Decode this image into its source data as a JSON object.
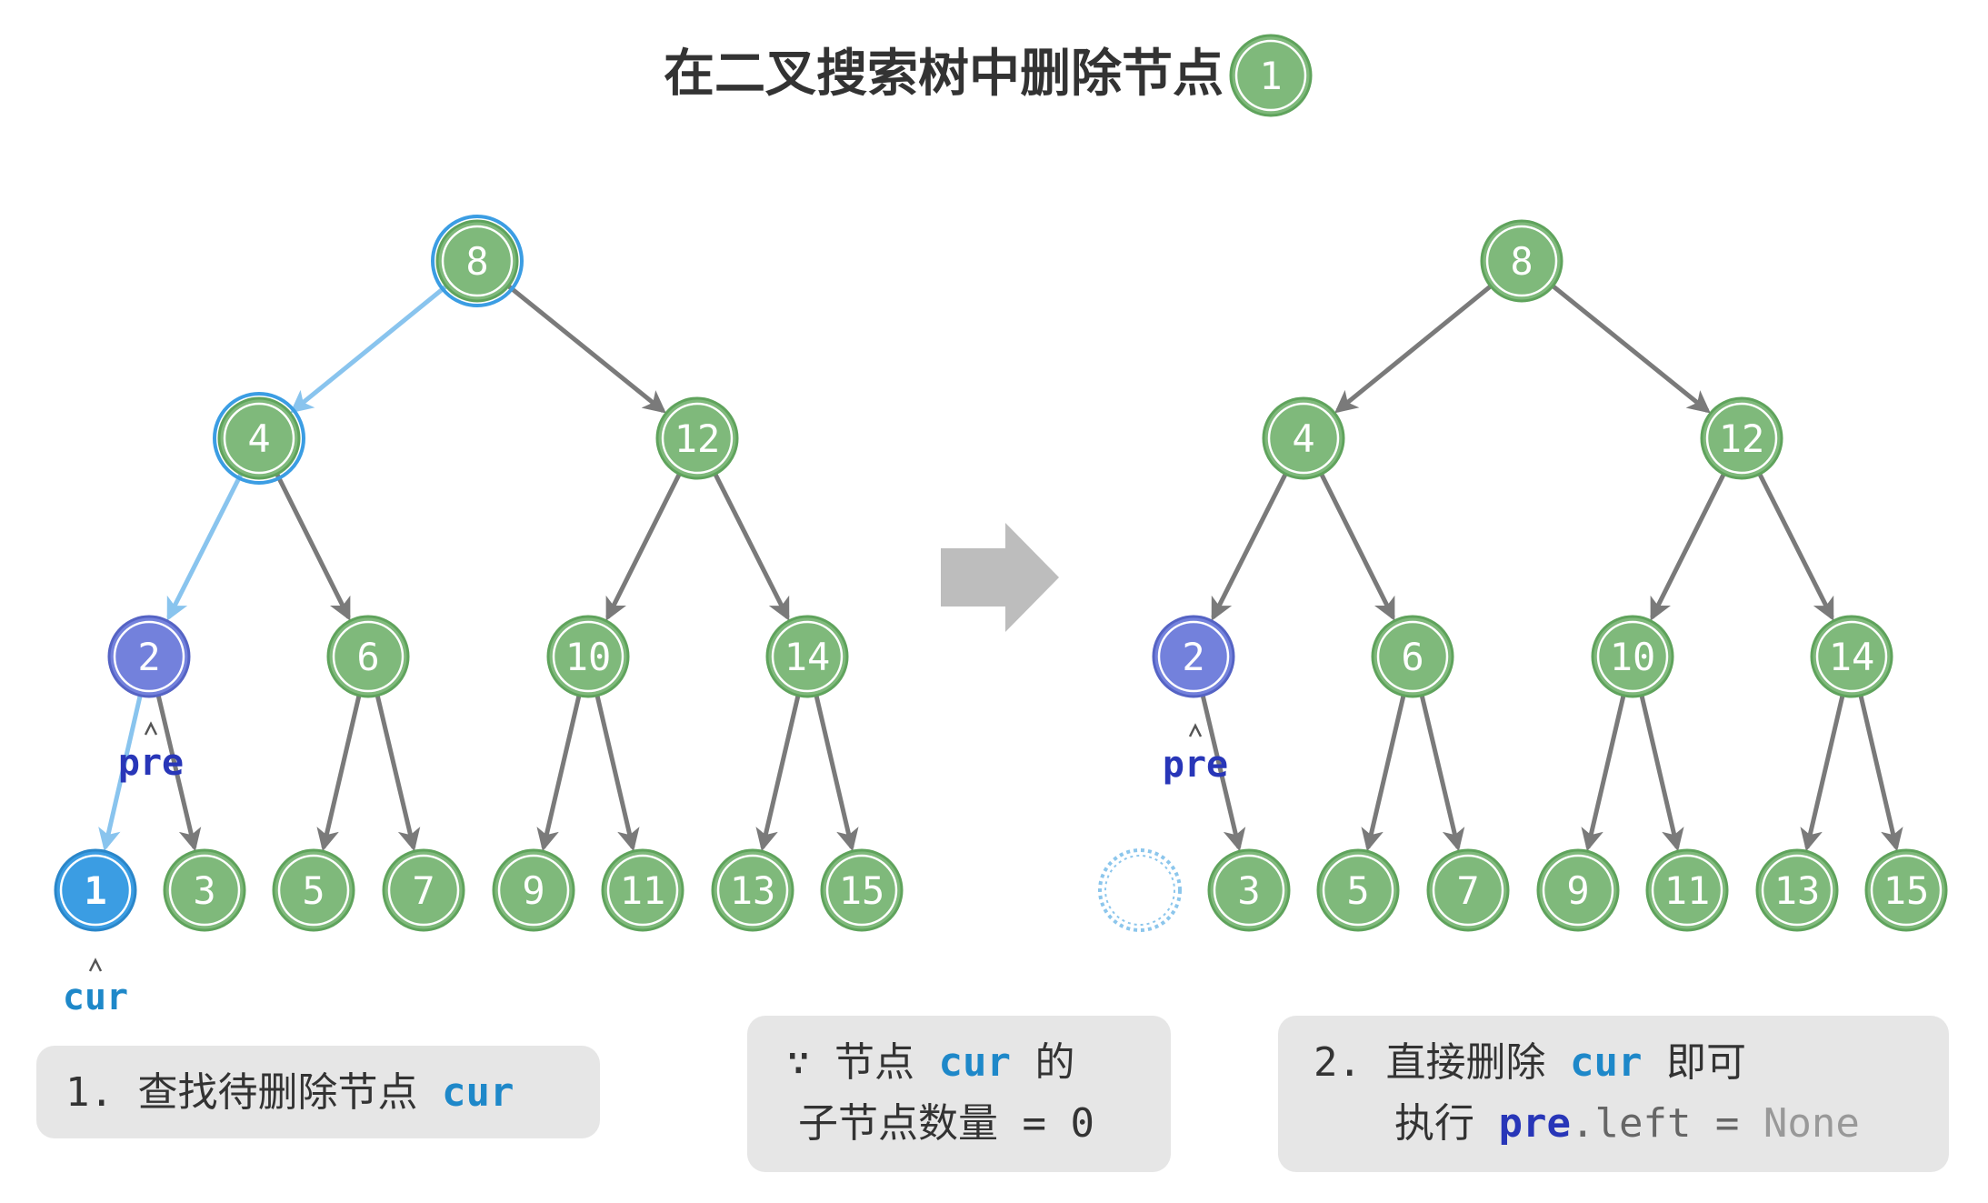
{
  "title": "在二叉搜索树中删除节点",
  "step_badge": "1",
  "colors": {
    "node_fill": "#7fb97b",
    "node_ring": "#5fa35c",
    "path_highlight": "#89c4ee",
    "pre_fill": "#7381dc",
    "cur_fill": "#3b9de3",
    "edge": "#7a7a7a",
    "box_bg": "#e6e6e6",
    "arrow": "#bdbdbd",
    "removed_ring": "#8cc6ec"
  },
  "left_tree": {
    "nodes": [
      {
        "label": "8",
        "state": "visited"
      },
      {
        "label": "4",
        "state": "visited"
      },
      {
        "label": "12",
        "state": "normal"
      },
      {
        "label": "2",
        "state": "pre"
      },
      {
        "label": "6",
        "state": "normal"
      },
      {
        "label": "10",
        "state": "normal"
      },
      {
        "label": "14",
        "state": "normal"
      },
      {
        "label": "1",
        "state": "cur"
      },
      {
        "label": "3",
        "state": "normal"
      },
      {
        "label": "5",
        "state": "normal"
      },
      {
        "label": "7",
        "state": "normal"
      },
      {
        "label": "9",
        "state": "normal"
      },
      {
        "label": "11",
        "state": "normal"
      },
      {
        "label": "13",
        "state": "normal"
      },
      {
        "label": "15",
        "state": "normal"
      }
    ],
    "pre_label": "pre",
    "cur_label": "cur"
  },
  "right_tree": {
    "nodes": [
      {
        "label": "8",
        "state": "normal"
      },
      {
        "label": "4",
        "state": "normal"
      },
      {
        "label": "12",
        "state": "normal"
      },
      {
        "label": "2",
        "state": "pre"
      },
      {
        "label": "6",
        "state": "normal"
      },
      {
        "label": "10",
        "state": "normal"
      },
      {
        "label": "14",
        "state": "normal"
      },
      {
        "label": "",
        "state": "removed"
      },
      {
        "label": "3",
        "state": "normal"
      },
      {
        "label": "5",
        "state": "normal"
      },
      {
        "label": "7",
        "state": "normal"
      },
      {
        "label": "9",
        "state": "normal"
      },
      {
        "label": "11",
        "state": "normal"
      },
      {
        "label": "13",
        "state": "normal"
      },
      {
        "label": "15",
        "state": "normal"
      }
    ],
    "pre_label": "pre"
  },
  "box1": {
    "prefix": "1. 查找待删除节点 ",
    "cur": "cur"
  },
  "box2": {
    "line1_prefix": "∵ 节点 ",
    "line1_cur": "cur",
    "line1_suffix": " 的",
    "line2": "子节点数量 = 0"
  },
  "box3": {
    "line1_prefix": "2. 直接删除 ",
    "line1_cur": "cur",
    "line1_suffix": " 即可",
    "line2_prefix": "执行 ",
    "line2_pre": "pre",
    "line2_left": ".left = ",
    "line2_none": "None"
  }
}
